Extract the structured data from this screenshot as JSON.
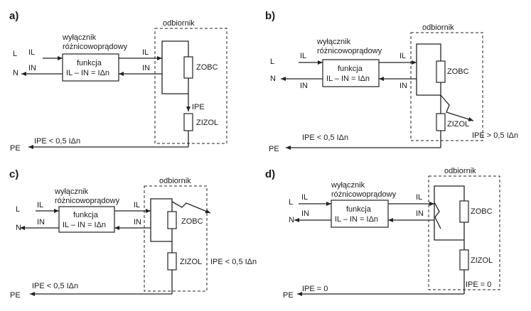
{
  "diagrams": [
    {
      "panel": "a)",
      "switch_label_1": "wyłącznik",
      "switch_label_2": "różnicowoprądowy",
      "function_label": "funkcja",
      "function_formula": "IL – IN = IΔn",
      "load_label": "odbiornik",
      "L": "L",
      "N": "N",
      "PE": "PE",
      "IL": "IL",
      "IN": "IN",
      "z_obc": "ZOBC",
      "z_izol": "ZIZOL",
      "ipe_inside": "IPE",
      "ipe_bottom": "IPE < 0,5 IΔn"
    },
    {
      "panel": "b)",
      "switch_label_1": "wyłącznik",
      "switch_label_2": "różnicowoprądowy",
      "function_label": "funkcja",
      "function_formula": "IL – IN = IΔn",
      "load_label": "odbiornik",
      "L": "L",
      "N": "N",
      "PE": "PE",
      "IL": "IL",
      "IN": "IN",
      "z_obc": "ZOBC",
      "z_izol": "ZIZOL",
      "ipe_right": "IPE > 0,5 IΔn",
      "ipe_bottom": "IPE < 0,5 IΔn"
    },
    {
      "panel": "c)",
      "switch_label_1": "wyłącznik",
      "switch_label_2": "różnicowoprądowy",
      "function_label": "funkcja",
      "function_formula": "IL – IN = IΔn",
      "load_label": "odbiornik",
      "L": "L",
      "N": "N",
      "PE": "PE",
      "IL": "IL",
      "IN": "IN",
      "z_obc": "ZOBC",
      "z_izol": "ZIZOL",
      "ipe_right": "IPE < 0,5 IΔn",
      "ipe_bottom": "IPE < 0,5 IΔn"
    },
    {
      "panel": "d)",
      "switch_label_1": "wyłącznik",
      "switch_label_2": "różnicowoprądowy",
      "function_label": "funkcja",
      "function_formula": "IL – IN = IΔn",
      "load_label": "odbiornik",
      "L": "L",
      "N": "N",
      "PE": "PE",
      "IL": "IL",
      "IN": "IN",
      "z_obc": "ZOBC",
      "z_izol": "ZIZOL",
      "ipe_inside": "IPE = 0",
      "ipe_bottom": "IPE = 0"
    }
  ]
}
